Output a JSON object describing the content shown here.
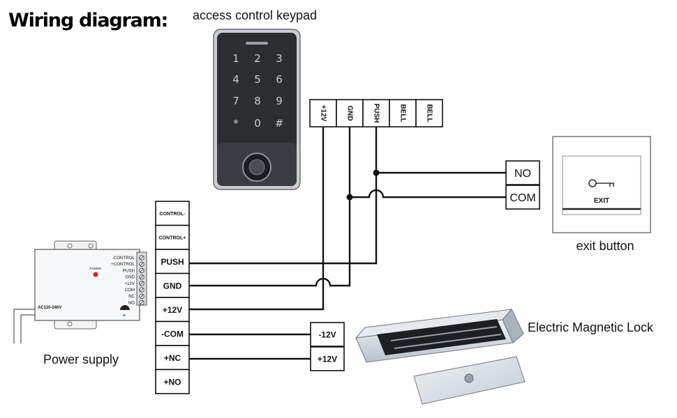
{
  "title": "Wiring diagram:",
  "captions": {
    "keypad": "access control keypad",
    "exit_button": "exit button",
    "power_supply": "Power supply",
    "lock": "Electric Magnetic Lock"
  },
  "keypad": {
    "keys": [
      "1",
      "2",
      "3",
      "4",
      "5",
      "6",
      "7",
      "8",
      "9",
      "*",
      "0",
      "#"
    ],
    "terminals": [
      "+12V",
      "GND",
      "PUSH",
      "BELL",
      "BELL"
    ]
  },
  "exit_button": {
    "label": "EXIT",
    "terminals": [
      "NO",
      "COM"
    ]
  },
  "power_supply": {
    "terminals": [
      "CONTROL-",
      "CONTROL+",
      "PUSH",
      "GND",
      "+12V",
      "-COM",
      "+NC",
      "+NO"
    ],
    "unit_labels": [
      "-CONTROL",
      "+CONTROL",
      "PUSH",
      "GND",
      "+12V",
      "COM",
      "NC",
      "NO"
    ],
    "power_led": "POWER",
    "input_label": "AC110-240V"
  },
  "lock": {
    "terminals": [
      "-12V",
      "+12V"
    ]
  },
  "colors": {
    "wire": "#111111",
    "keypad_body": "#2b2d31",
    "led": "#e0201b",
    "lock_metal": "#d7dde4"
  }
}
